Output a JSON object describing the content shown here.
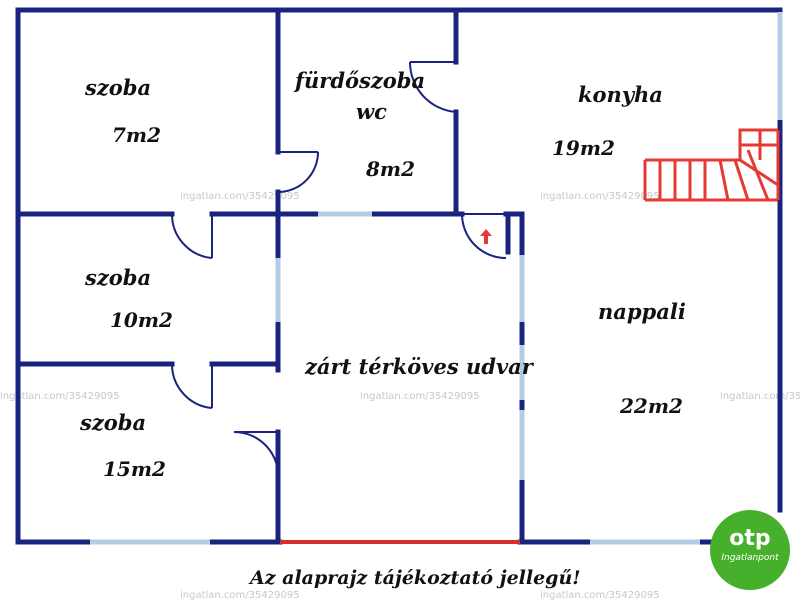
{
  "rooms": [
    {
      "name": "szoba",
      "area": "7m2"
    },
    {
      "name": "fürdőszoba",
      "name2": "wc",
      "area": "8m2"
    },
    {
      "name": "konyha",
      "area": "19m2"
    },
    {
      "name": "szoba",
      "area": "10m2"
    },
    {
      "name": "zárt térköves udvar"
    },
    {
      "name": "nappali",
      "area": "22m2"
    },
    {
      "name": "szoba",
      "area": "15m2"
    }
  ],
  "footer": {
    "note": "Az alaprajz tájékoztató jellegű!"
  },
  "watermark": {
    "text": "ingatlan.com/35429095"
  },
  "logo": {
    "brand": "otp",
    "subtitle": "Ingatlanpont",
    "icon": "otp-logo-icon"
  },
  "colors": {
    "wall": "#1a237e",
    "window": "#b3cde6",
    "stair": "#e53935",
    "gate": "#d32f2f",
    "logo": "#46b02c"
  }
}
